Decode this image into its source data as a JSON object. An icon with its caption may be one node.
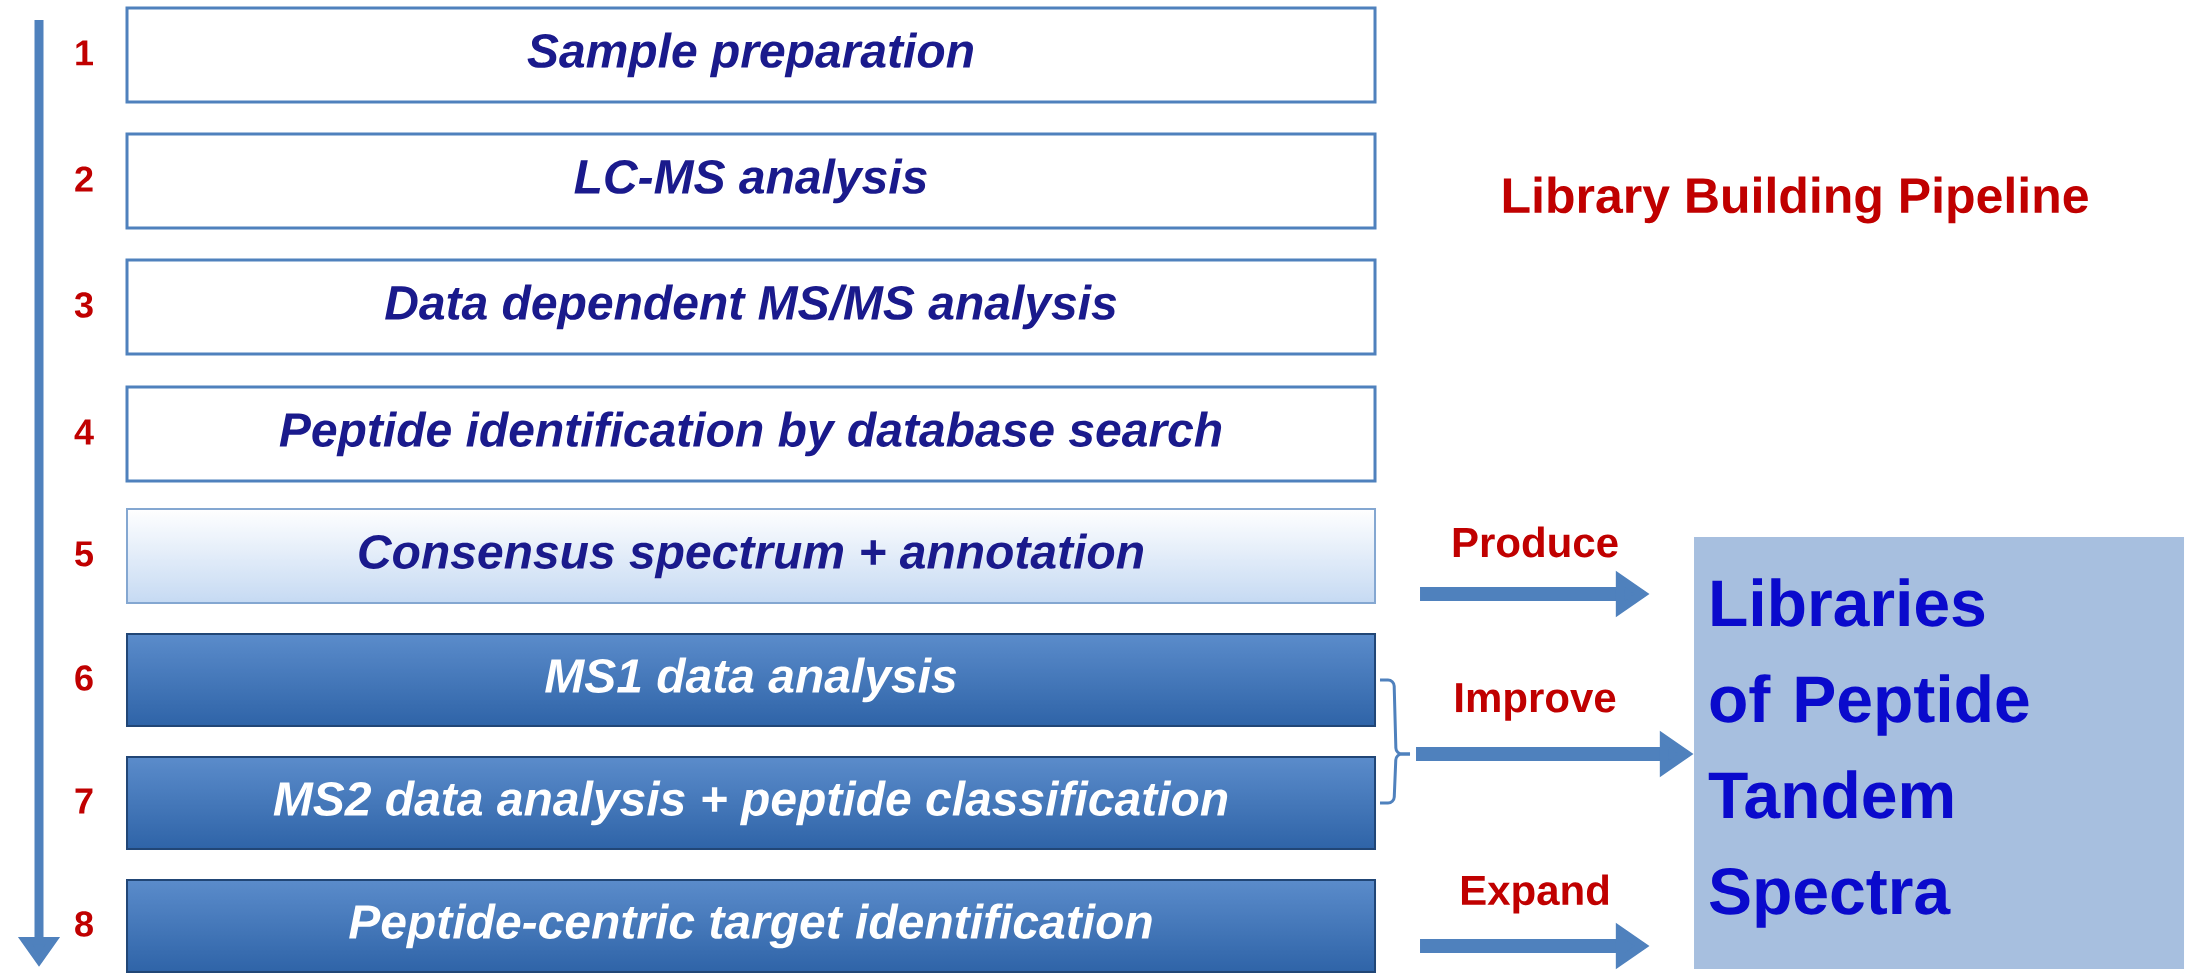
{
  "diagram": {
    "title": "Library Building Pipeline",
    "nodes": [
      {
        "text": [
          "Sample preparation"
        ],
        "beside": [
          "1"
        ]
      },
      {
        "text": [
          "LC-MS analysis"
        ],
        "beside": [
          "2"
        ]
      },
      {
        "text": [
          "Data dependent MS/MS analysis"
        ],
        "beside": [
          "3"
        ]
      },
      {
        "text": [
          "Peptide identification by database search"
        ],
        "beside": [
          "4"
        ]
      },
      {
        "text": [
          "Consensus spectrum + annotation"
        ],
        "beside": [
          "5"
        ]
      },
      {
        "text": [
          "MS1 data analysis"
        ],
        "beside": [
          "6"
        ]
      },
      {
        "text": [
          "MS2 data analysis + peptide classification"
        ],
        "beside": [
          "7"
        ]
      },
      {
        "text": [
          "Peptide-centric target identification"
        ],
        "beside": [
          "8"
        ]
      },
      {
        "text": [
          "Libraries of Peptide Tandem Spectra"
        ]
      }
    ],
    "edges": [
      {
        "from": 4,
        "to": 8,
        "arrow": "to",
        "label": "Produce"
      },
      {
        "from": 5,
        "to": 8,
        "arrow": "to",
        "label": "Improve"
      },
      {
        "from": 6,
        "to": 8,
        "arrow": "to"
      },
      {
        "from": 7,
        "to": 8,
        "arrow": "to",
        "label": "Expand"
      }
    ]
  }
}
